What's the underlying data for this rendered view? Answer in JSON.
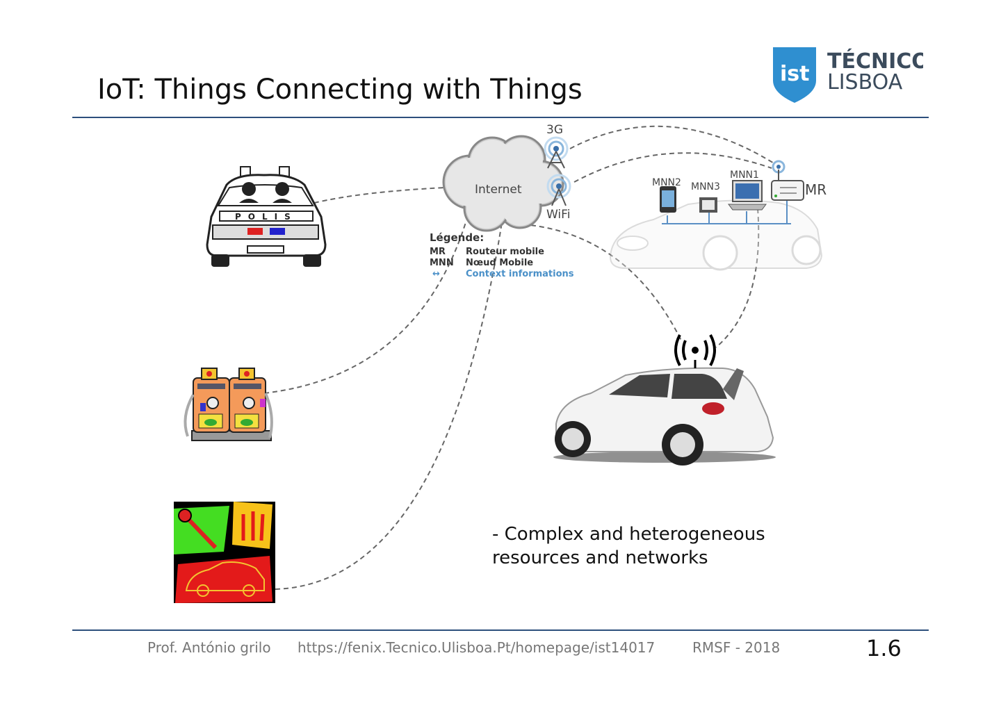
{
  "slide": {
    "title": "IoT: Things Connecting with Things",
    "bullet_line1": "- Complex and heterogeneous",
    "bullet_line2": "resources and networks"
  },
  "logo": {
    "line1": "TÉCNICO",
    "line2": "LISBOA",
    "mark": "ist"
  },
  "diagram": {
    "cloud_label": "Internet",
    "antenna_3g_label": "3G",
    "antenna_wifi_label": "WiFi",
    "mnn1_label": "MNN1",
    "mnn2_label": "MNN2",
    "mnn3_label": "MNN3",
    "mr_label": "MR",
    "legend_title": "Légende:",
    "legend_rows": [
      {
        "key": "MR",
        "value": "Routeur mobile"
      },
      {
        "key": "MNN",
        "value": "Nœud Mobile"
      },
      {
        "key": "↔",
        "value": "Context informations"
      }
    ],
    "police_car_text": "POLIS"
  },
  "footer": {
    "author": "Prof. António grilo",
    "url": "https://fenix.Tecnico.Ulisboa.Pt/homepage/ist14017",
    "course": "RMSF - 2018",
    "page_number": "1.6"
  },
  "colors": {
    "rule": "#2c4f7c",
    "logo_blue": "#2f8fd0",
    "legend_blue": "#4a90c8",
    "text_grey": "#777777"
  }
}
